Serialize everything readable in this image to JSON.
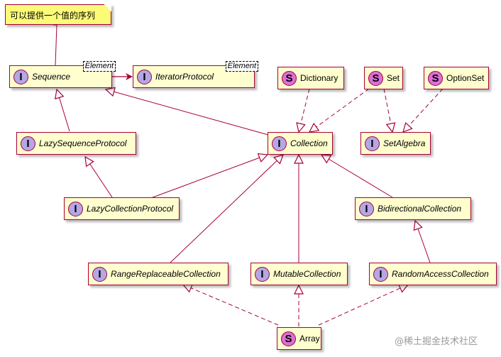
{
  "note": {
    "text": "可以提供一个值的序列"
  },
  "nodes": {
    "sequence": {
      "kind": "I",
      "label": "Sequence",
      "generic": "Element"
    },
    "iterator_protocol": {
      "kind": "I",
      "label": "IteratorProtocol",
      "generic": "Element"
    },
    "dictionary": {
      "kind": "S",
      "label": "Dictionary"
    },
    "set": {
      "kind": "S",
      "label": "Set"
    },
    "option_set": {
      "kind": "S",
      "label": "OptionSet"
    },
    "lazy_sequence_protocol": {
      "kind": "I",
      "label": "LazySequenceProtocol"
    },
    "collection": {
      "kind": "I",
      "label": "Collection"
    },
    "set_algebra": {
      "kind": "I",
      "label": "SetAlgebra"
    },
    "lazy_collection_protocol": {
      "kind": "I",
      "label": "LazyCollectionProtocol"
    },
    "bidirectional_collection": {
      "kind": "I",
      "label": "BidirectionalCollection"
    },
    "range_replaceable_collection": {
      "kind": "I",
      "label": "RangeReplaceableCollection"
    },
    "mutable_collection": {
      "kind": "I",
      "label": "MutableCollection"
    },
    "random_access_collection": {
      "kind": "I",
      "label": "RandomAccessCollection"
    },
    "array": {
      "kind": "S",
      "label": "Array"
    }
  },
  "watermark": "@稀土掘金技术社区",
  "colors": {
    "border": "#A80036",
    "node_fill": "#FEFECE",
    "note_fill": "#FBFB77",
    "interface_badge": "#B4A7E5",
    "struct_badge": "#DA70D6"
  }
}
